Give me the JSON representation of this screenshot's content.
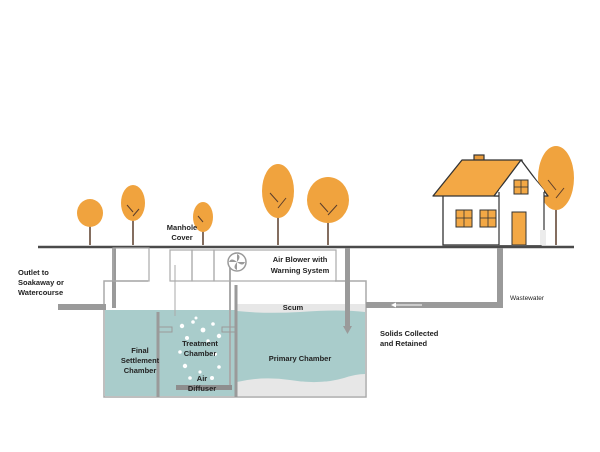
{
  "labels": {
    "manhole_cover_1": "Manhole",
    "manhole_cover_2": "Cover",
    "outlet_1": "Outlet to",
    "outlet_2": "Soakaway or",
    "outlet_3": "Watercourse",
    "air_blower_1": "Air Blower with",
    "air_blower_2": "Warning System",
    "scum": "Scum",
    "wastewater": "Wastewater",
    "solids_1": "Solids Collected",
    "solids_2": "and Retained",
    "final_1": "Final",
    "final_2": "Settlement",
    "final_3": "Chamber",
    "treatment_1": "Treatment",
    "treatment_2": "Chamber",
    "primary": "Primary Chamber",
    "diffuser_1": "Air",
    "diffuser_2": "Diffuser"
  },
  "colors": {
    "foliage": "#f0a33e",
    "trunk": "#5a3d2b",
    "ground": "#4a4a4a",
    "pipe": "#9a9a9a",
    "water": "#a9cccb",
    "sludge": "#e7e7e7",
    "roof": "#f3a845",
    "house_wall": "#ffffff",
    "door": "#f3a845"
  }
}
